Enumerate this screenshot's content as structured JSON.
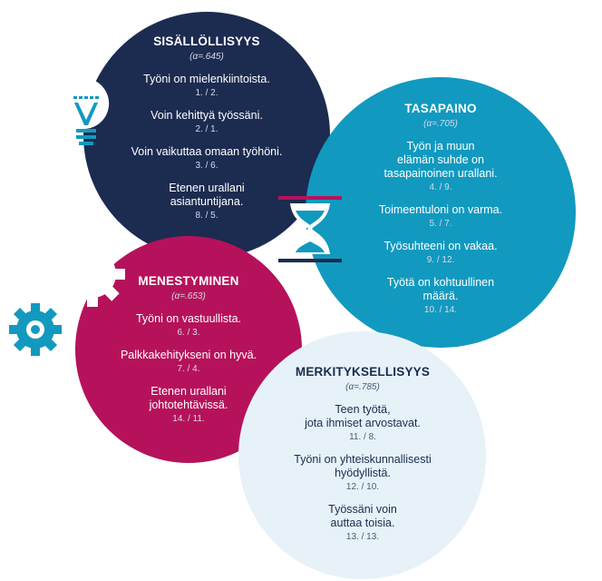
{
  "groups": [
    {
      "title": "SISÄLLÖLLISYYS",
      "alpha": "(α=.645)",
      "items": [
        {
          "text": "Työni on mielenkiintoista.",
          "code": "1. / 2."
        },
        {
          "text": "Voin kehittyä työssäni.",
          "code": "2. / 1."
        },
        {
          "text": "Voin vaikuttaa omaan työhöni.",
          "code": "3. / 6."
        },
        {
          "text": "Etenen urallani\nasiantuntijana.",
          "code": "8. / 5."
        }
      ]
    },
    {
      "title": "TASAPAINO",
      "alpha": "(α=.705)",
      "items": [
        {
          "text": "Työn ja muun\nelämän suhde on\ntasapainoinen urallani.",
          "code": "4. / 9."
        },
        {
          "text": "Toimeentuloni on varma.",
          "code": "5. / 7."
        },
        {
          "text": "Työsuhteeni on vakaa.",
          "code": "9. / 12."
        },
        {
          "text": "Työtä on kohtuullinen\nmäärä.",
          "code": "10. / 14."
        }
      ]
    },
    {
      "title": "MENESTYMINEN",
      "alpha": "(α=.653)",
      "items": [
        {
          "text": "Työni on vastuullista.",
          "code": "6. / 3."
        },
        {
          "text": "Palkkakehitykseni on hyvä.",
          "code": "7. / 4."
        },
        {
          "text": "Etenen urallani\njohtotehtävissä.",
          "code": "14. / 11."
        }
      ]
    },
    {
      "title": "MERKITYKSELLISYYS",
      "alpha": "(α=.785)",
      "items": [
        {
          "text": "Teen työtä,\njota ihmiset arvostavat.",
          "code": "11. / 8."
        },
        {
          "text": "Työni on yhteiskunnallisesti\nhyödyllistä.",
          "code": "12. / 10."
        },
        {
          "text": "Työssäni voin\nauttaa toisia.",
          "code": "13. / 13."
        }
      ]
    }
  ],
  "colors": {
    "navy": "#1c2b50",
    "teal": "#1299bf",
    "magenta": "#b5125b",
    "pale": "#e6f2f8"
  },
  "icons": [
    "lightbulb-icon",
    "hourglass-icon",
    "gear-icon"
  ]
}
